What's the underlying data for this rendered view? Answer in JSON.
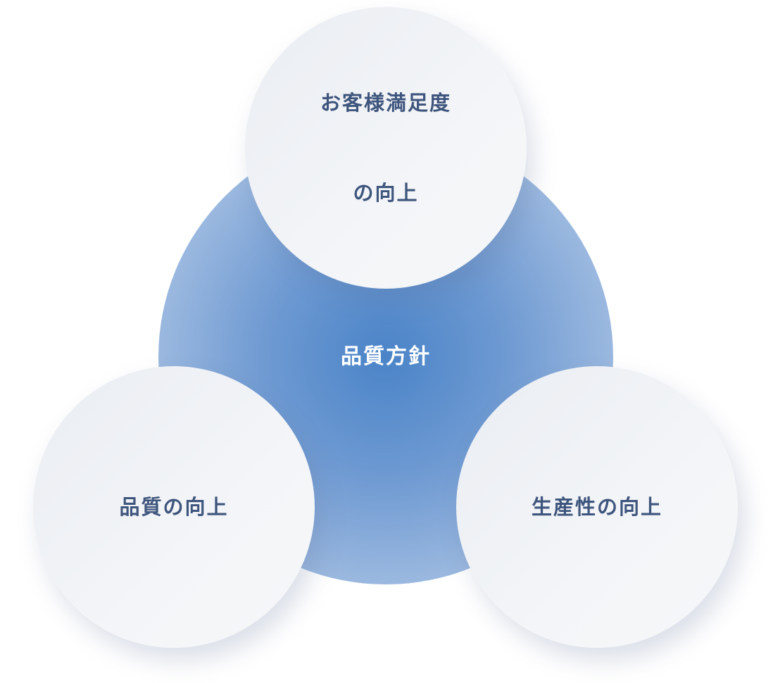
{
  "diagram": {
    "center": {
      "label": "品質方針"
    },
    "satellites": {
      "top": {
        "label_line1": "お客様満足度",
        "label_line2": "の向上"
      },
      "left": {
        "label": "品質の向上"
      },
      "right": {
        "label": "生産性の向上"
      }
    },
    "colors": {
      "center_blue": "#4a84c8",
      "satellite_bg": "#eff1f5",
      "satellite_text": "#3e557d"
    }
  }
}
